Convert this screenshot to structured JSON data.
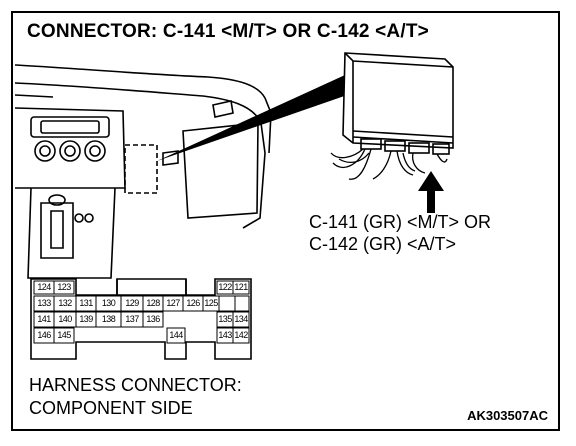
{
  "title": "CONNECTOR: C-141 <M/T> OR C-142 <A/T>",
  "callout": {
    "line1": "C-141 (GR) <M/T> OR",
    "line2": "C-142 (GR) <A/T>"
  },
  "footer": {
    "line1": "HARNESS CONNECTOR:",
    "line2": "COMPONENT SIDE"
  },
  "figure_code": "AK303507AC",
  "connector_pins": {
    "row1": [
      "124",
      "123",
      "122",
      "121"
    ],
    "row2": [
      "133",
      "132",
      "131",
      "130",
      "129",
      "128",
      "127",
      "126",
      "125"
    ],
    "row3": [
      "141",
      "140",
      "139",
      "138",
      "137",
      "136",
      "135",
      "134"
    ],
    "row4": [
      "146",
      "145",
      "144",
      "143",
      "142"
    ]
  }
}
